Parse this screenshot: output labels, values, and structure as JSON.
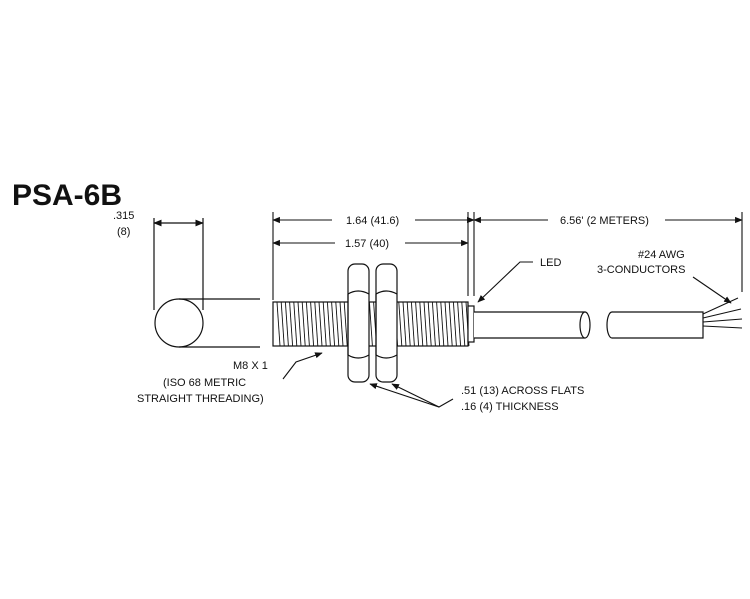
{
  "title": "PSA-6B",
  "dimensions": {
    "diameter": ".315",
    "diameter_mm": "(8)",
    "overall_length": "1.64 (41.6)",
    "thread_length": "1.57 (40)",
    "cable_length": "6.56' (2 METERS)"
  },
  "callouts": {
    "led": "LED",
    "wire_gauge": "#24 AWG",
    "conductors": "3-CONDUCTORS",
    "thread_line1": "M8 X 1",
    "thread_line2": "(ISO 68 METRIC",
    "thread_line3": "STRAIGHT THREADING)",
    "nut_flats": ".51 (13) ACROSS FLATS",
    "nut_thickness": ".16 (4) THICKNESS"
  }
}
